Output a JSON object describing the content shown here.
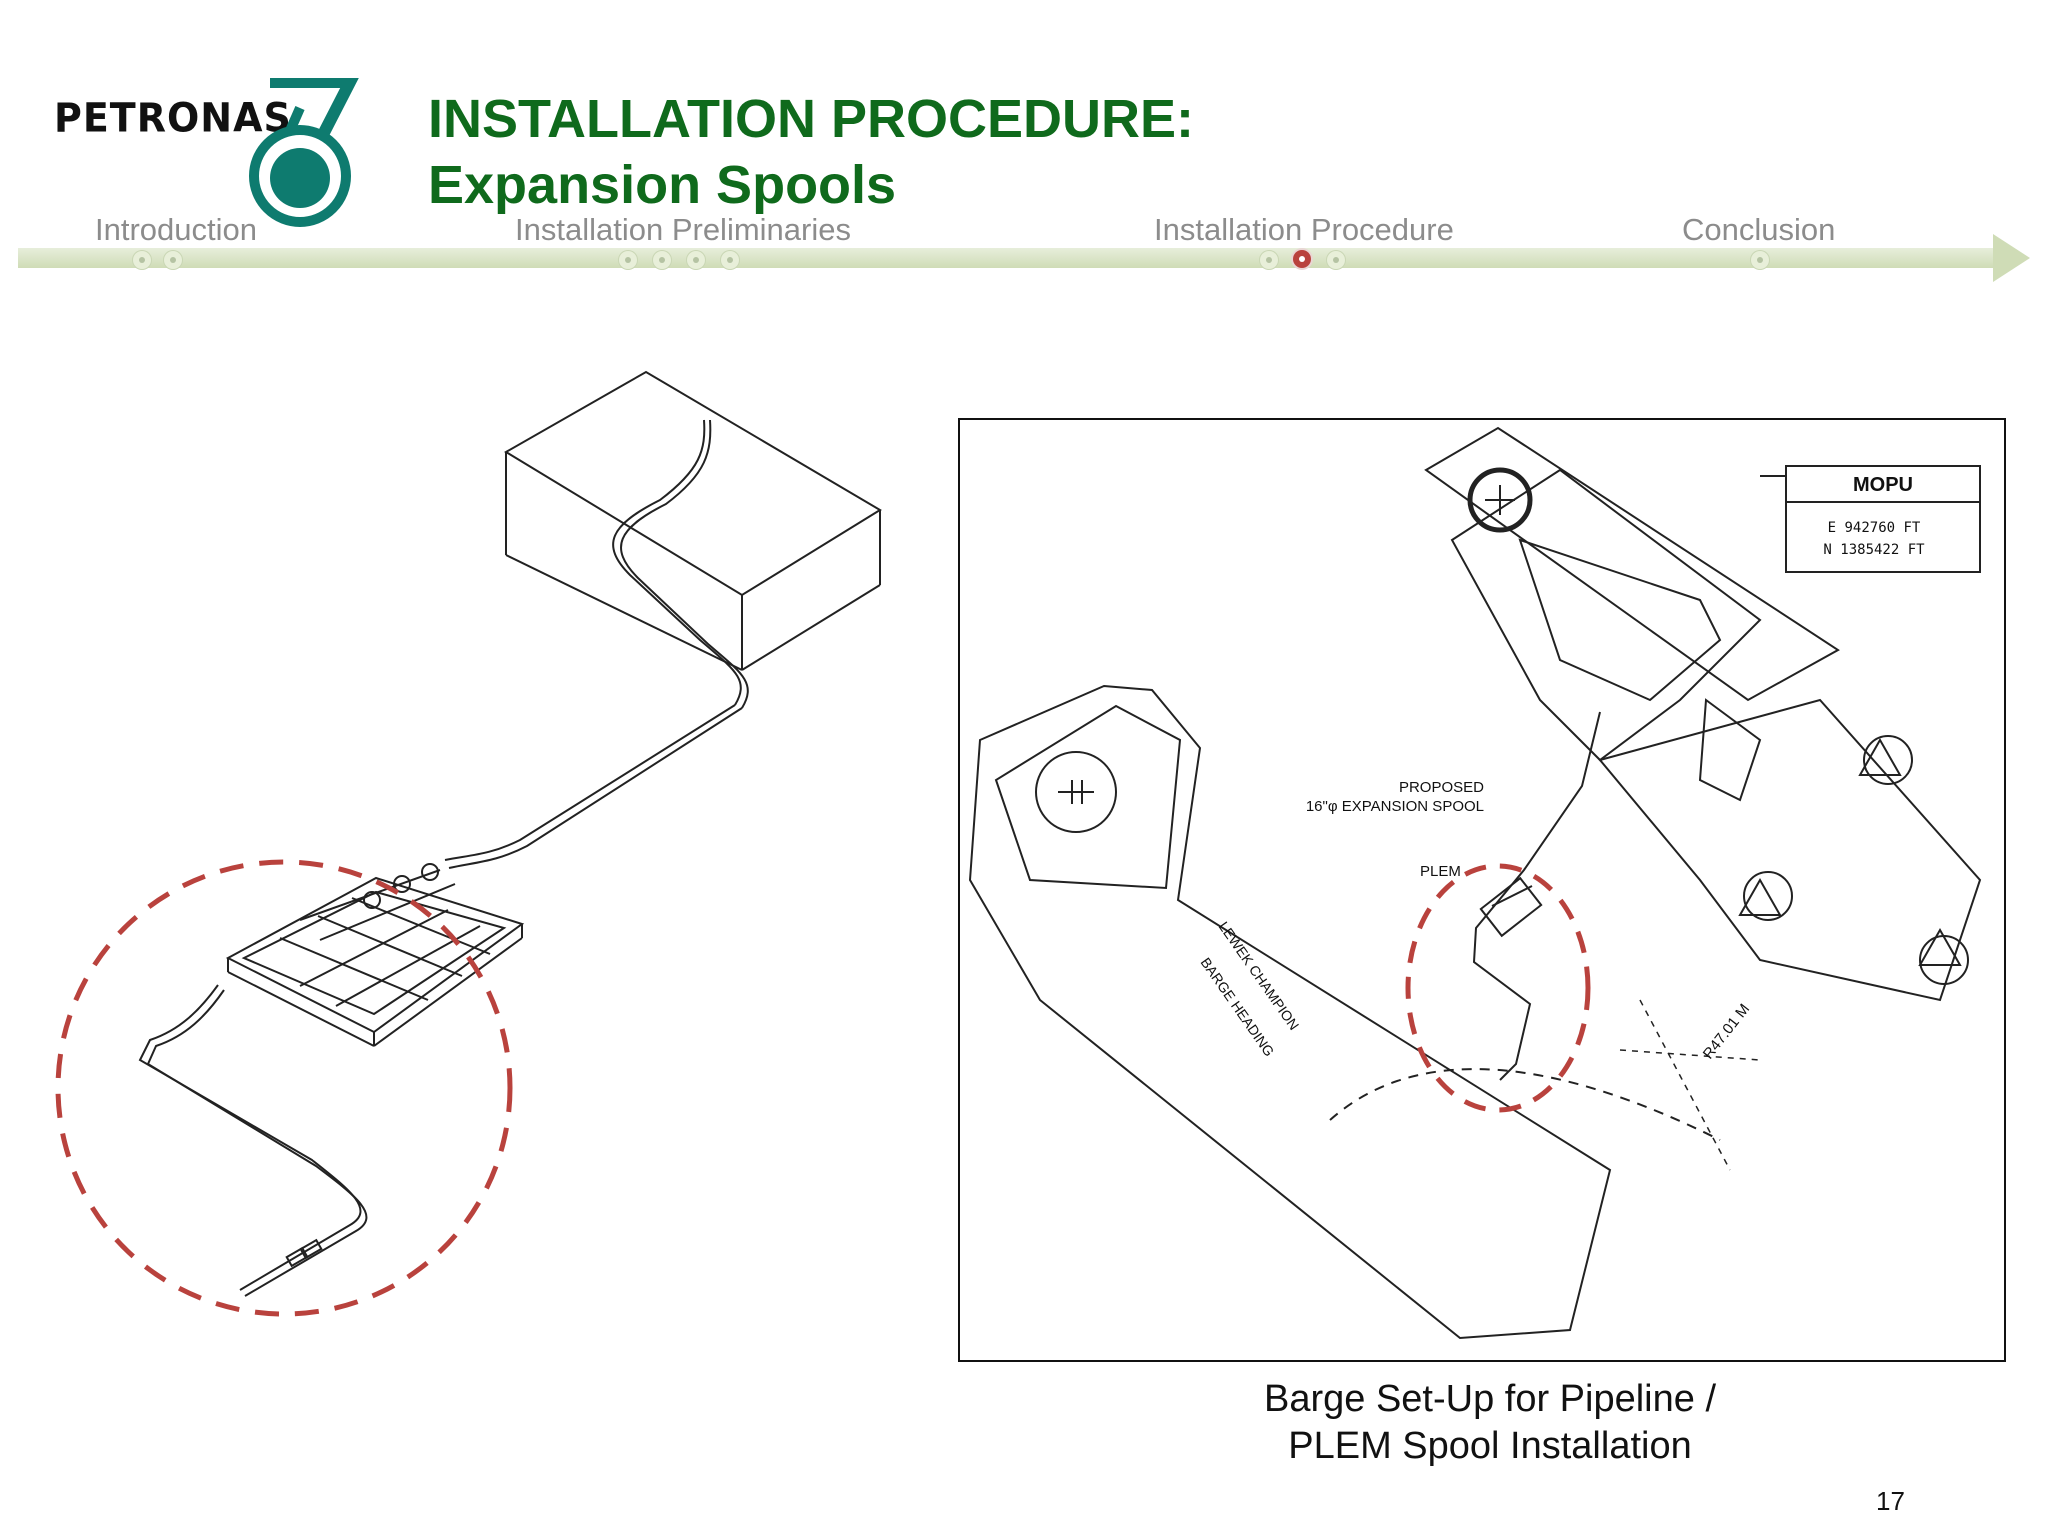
{
  "header": {
    "logo_text": "PETRONAS",
    "title_line1": "INSTALLATION PROCEDURE:",
    "title_line2": "Expansion Spools"
  },
  "progress_nav": {
    "sections": [
      {
        "label": "Introduction",
        "dots": 2
      },
      {
        "label": "Installation Preliminaries",
        "dots": 4
      },
      {
        "label": "Installation Procedure",
        "dots": 3,
        "active_dot": 2
      },
      {
        "label": "Conclusion",
        "dots": 1
      }
    ]
  },
  "drawing": {
    "mopu_box": {
      "title": "MOPU",
      "easting": "E 942760 FT",
      "northing": "N 1385422 FT"
    },
    "labels": {
      "proposed": "PROPOSED",
      "spool": "16\"φ EXPANSION SPOOL",
      "plem": "PLEM",
      "vessel": "LEWEK CHAMPION",
      "heading": "BARGE HEADING",
      "radius": "R47.01 M"
    }
  },
  "caption": {
    "line1": "Barge Set-Up for Pipeline /",
    "line2": "PLEM Spool Installation"
  },
  "page_number": "17",
  "colors": {
    "title_green": "#0f6a1c",
    "nav_bar": "#d9e4c4",
    "highlight_red": "#b9423d",
    "logo_teal": "#0e7b6f"
  }
}
